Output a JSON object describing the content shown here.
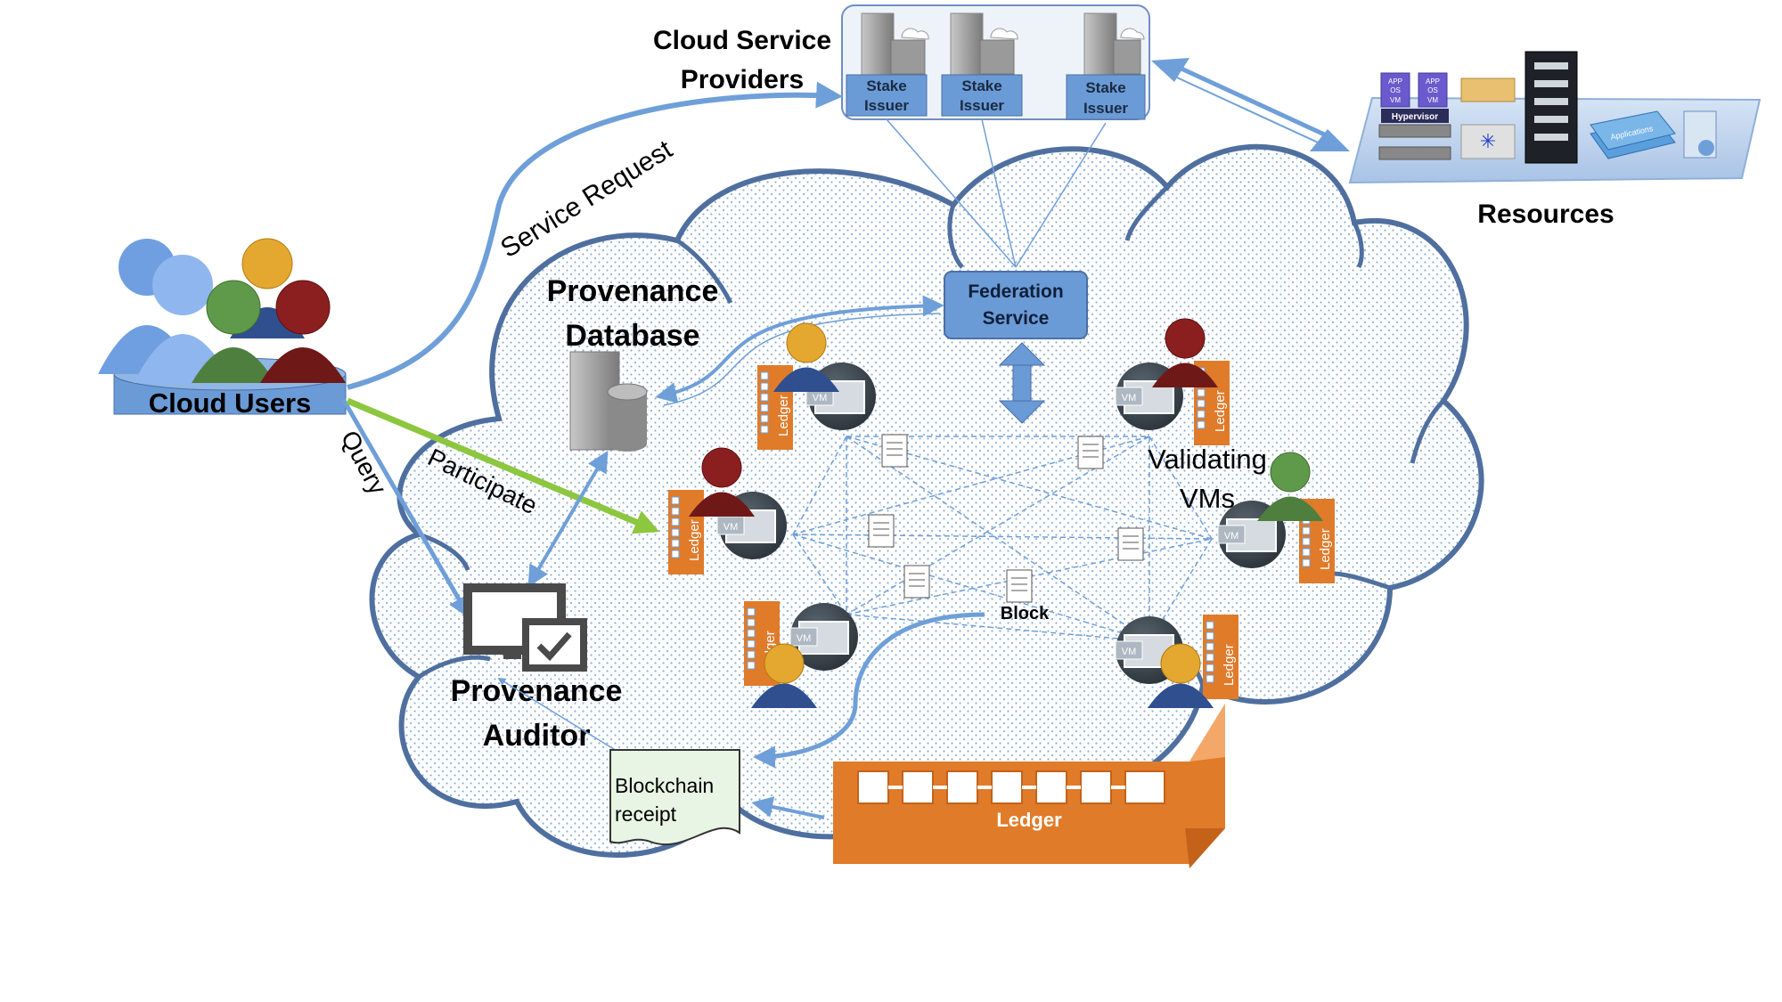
{
  "labels": {
    "cloud_users": "Cloud Users",
    "cloud_service_providers_line1": "Cloud Service",
    "cloud_service_providers_line2": "Providers",
    "resources": "Resources",
    "provenance_database_line1": "Provenance",
    "provenance_database_line2": "Database",
    "federation_service_line1": "Federation",
    "federation_service_line2": "Service",
    "validating_vms_line1": "Validating",
    "validating_vms_line2": "VMs",
    "block": "Block",
    "provenance_auditor_line1": "Provenance",
    "provenance_auditor_line2": "Auditor",
    "blockchain_receipt_line1": "Blockchain",
    "blockchain_receipt_line2": "receipt",
    "ledger_big": "Ledger",
    "ledger_small": "Ledger",
    "vm": "VM",
    "stake_issuer_line1": "Stake",
    "stake_issuer_line2": "Issuer"
  },
  "edges": {
    "service_request": "Service Request",
    "query": "Query",
    "participate": "Participate"
  },
  "resources_panel": {
    "app": "APP",
    "os": "OS",
    "vm": "VM",
    "hypervisor": "Hypervisor",
    "applications": "Applications"
  },
  "colors": {
    "cloud_outline": "#4f6f9f",
    "arrow_blue": "#6f9fd8",
    "arrow_green": "#8dc63f",
    "ledger_orange": "#e07b2a",
    "federation_box": "#6b9bd6",
    "vm_dark": "#3d4650",
    "user_blue": "#2f4f8f",
    "user_red": "#8b1f1f",
    "user_green": "#4f7f3f",
    "user_gold": "#e4a830"
  }
}
